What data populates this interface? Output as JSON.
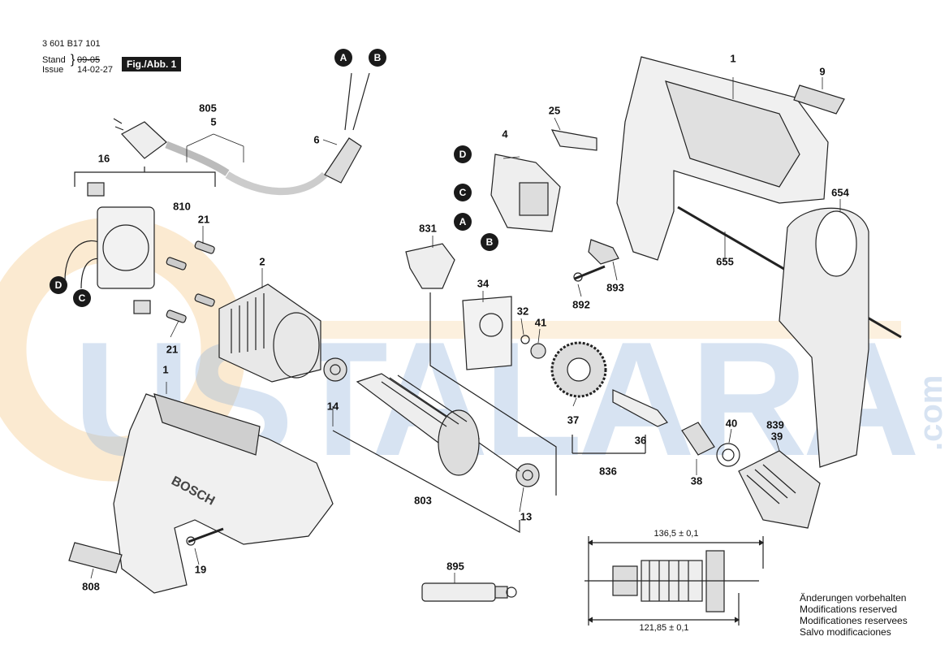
{
  "header": {
    "doc_number": "3 601 B17 101",
    "stand_label": "Stand",
    "issue_label": "Issue",
    "stand_value": "09-05",
    "issue_value": "14-02-27",
    "figure_label": "Fig./Abb. 1"
  },
  "watermark": {
    "text": "USTALARA",
    "suffix": ".com"
  },
  "connectors": {
    "A": "A",
    "B": "B",
    "C": "C",
    "D": "D"
  },
  "parts": {
    "p1_housing": "1",
    "p1_front": "1",
    "p2": "2",
    "p4": "4",
    "p5": "5",
    "p6": "6",
    "p9": "9",
    "p13": "13",
    "p14": "14",
    "p16": "16",
    "p19": "19",
    "p21_top": "21",
    "p21_bottom": "21",
    "p25": "25",
    "p32": "32",
    "p34": "34",
    "p36": "36",
    "p37": "37",
    "p38": "38",
    "p39": "39",
    "p40": "40",
    "p41": "41",
    "p654": "654",
    "p655": "655",
    "p803": "803",
    "p805": "805",
    "p808": "808",
    "p810": "810",
    "p831": "831",
    "p836": "836",
    "p839": "839",
    "p892": "892",
    "p893": "893",
    "p895": "895"
  },
  "dimensions": {
    "top": "136,5 ± 0,1",
    "bottom": "121,85 ± 0,1"
  },
  "notes": [
    "Änderungen vorbehalten",
    "Modifications reserved",
    "Modificationes reservees",
    "Salvo modificaciones"
  ],
  "brand": "BOSCH",
  "colors": {
    "watermark_blue": "#8fb2dc",
    "watermark_orange": "#f4c47c",
    "label_dark": "#1a1a1a"
  }
}
